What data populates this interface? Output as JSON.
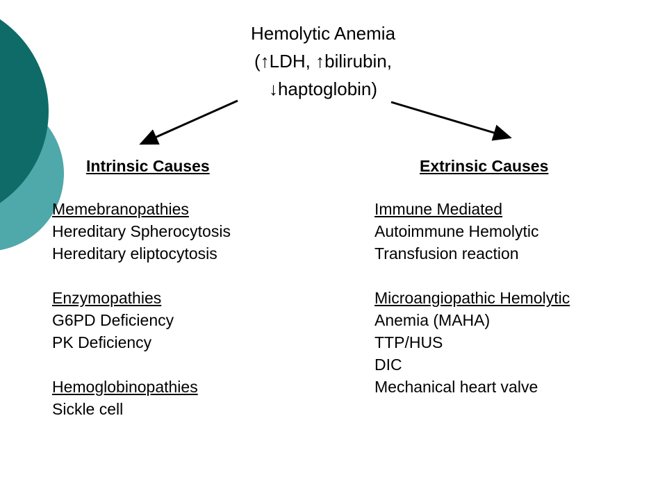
{
  "slide": {
    "title_line1": "Hemolytic Anemia",
    "title_line2": "(↑LDH, ↑bilirubin,",
    "title_line3": "↓haptoglobin)"
  },
  "intrinsic": {
    "heading": "Intrinsic Causes",
    "membrane_label": "Memebranopathies",
    "membrane_items": [
      "Hereditary Spherocytosis",
      "Hereditary eliptocytosis"
    ],
    "enzyme_label": "Enzymopathies",
    "enzyme_items": [
      "G6PD Deficiency",
      "PK Deficiency"
    ],
    "hemoglobin_label": "Hemoglobinopathies",
    "hemoglobin_items": [
      "Sickle cell"
    ]
  },
  "extrinsic": {
    "heading": "Extrinsic Causes",
    "immune_label": "Immune Mediated",
    "immune_items": [
      "Autoimmune Hemolytic",
      "Transfusion reaction"
    ],
    "maha_label": "Microangiopathic Hemolytic",
    "maha_items": [
      "Anemia (MAHA)",
      "TTP/HUS",
      "DIC",
      "Mechanical heart valve"
    ]
  },
  "colors": {
    "accent_dark": "#0e6b68",
    "accent_light": "#4fa8a9",
    "text": "#000000"
  }
}
